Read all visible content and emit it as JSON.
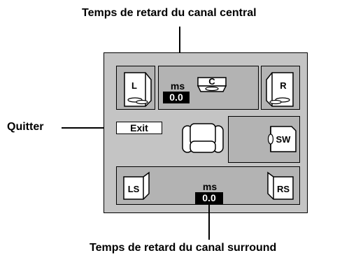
{
  "callouts": {
    "center_delay": "Temps de retard du canal central",
    "quit": "Quitter",
    "surround_delay": "Temps de retard du canal surround"
  },
  "center": {
    "unit": "ms",
    "value": "0.0",
    "speaker_label": "C"
  },
  "surround": {
    "unit": "ms",
    "value": "0.0"
  },
  "speakers": {
    "left": "L",
    "right": "R",
    "subwoofer": "SW",
    "left_surround": "LS",
    "right_surround": "RS"
  },
  "exit_button": {
    "label": "Exit"
  },
  "colors": {
    "panel": "#c4c4c4",
    "box": "#b3b3b3",
    "value_bg": "#000000",
    "value_text": "#ffffff"
  }
}
